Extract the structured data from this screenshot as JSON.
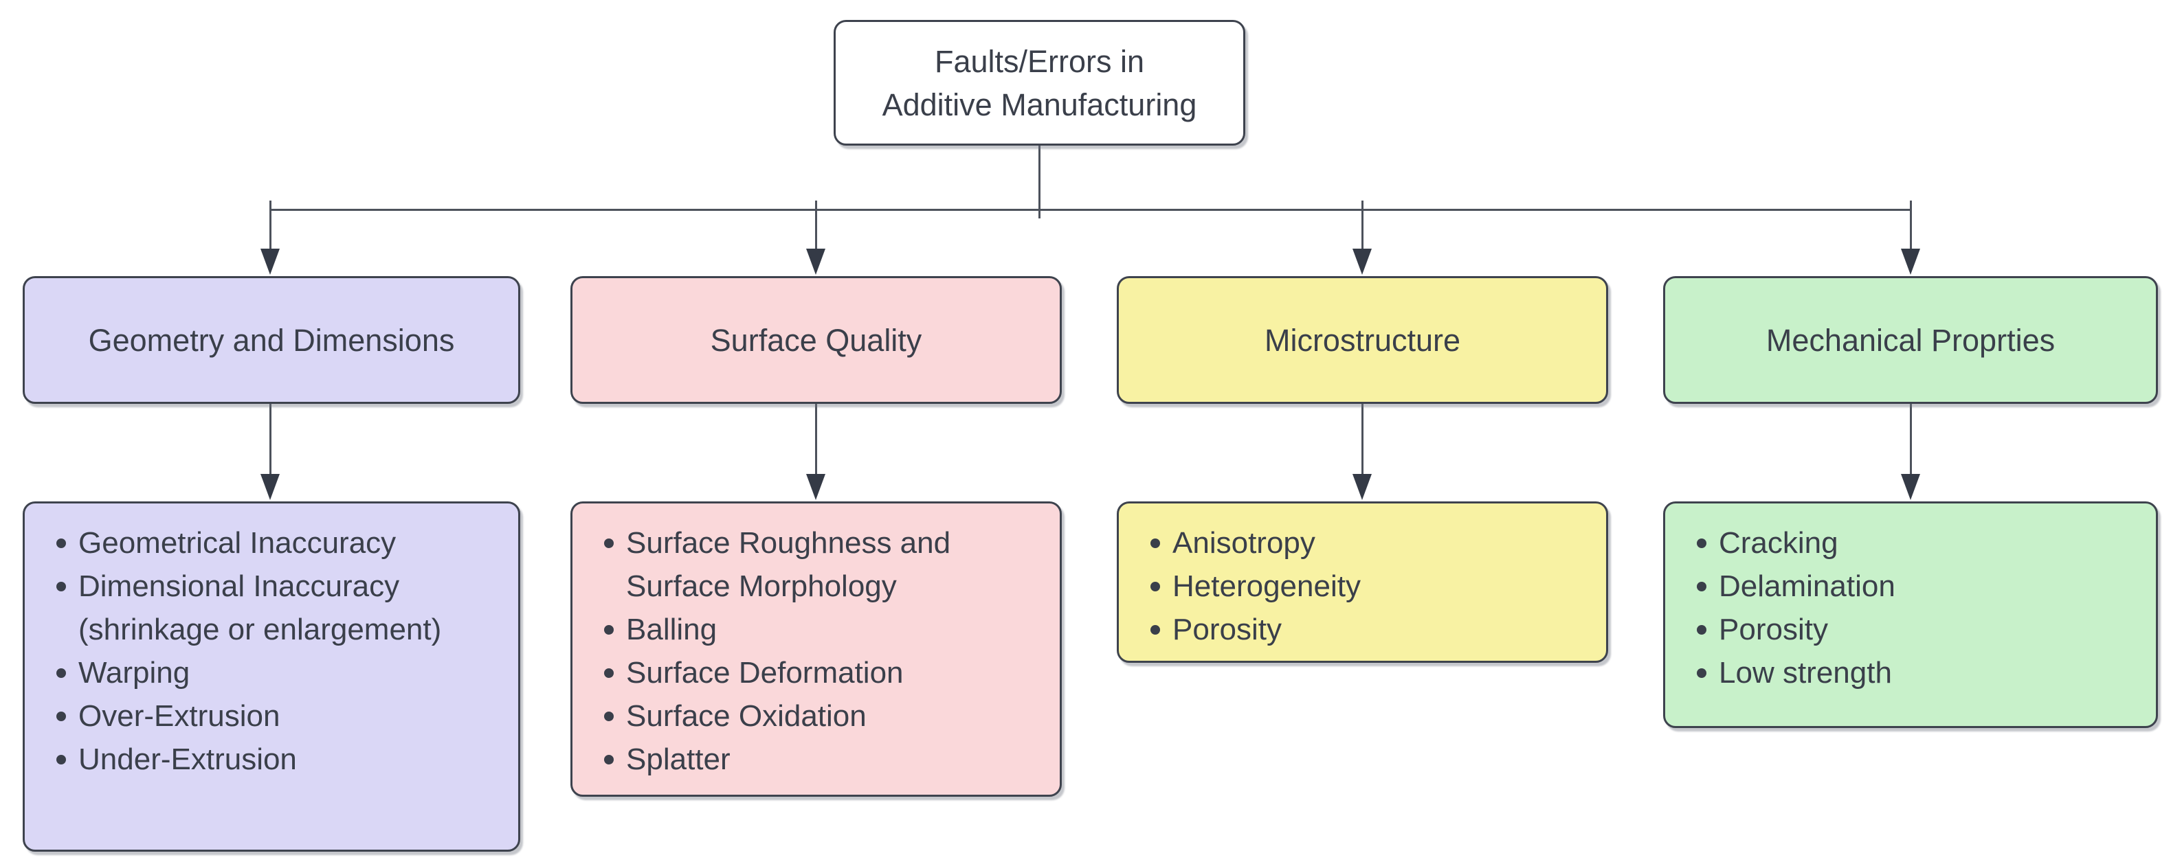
{
  "diagram": {
    "root": {
      "label": "Faults/Errors in Additive Manufacturing",
      "line1": "Faults/Errors in",
      "line2": "Additive Manufacturing",
      "fill": "#ffffff"
    },
    "categories": [
      {
        "title": "Geometry and Dimensions",
        "fill": "#dad7f6",
        "items": [
          "Geometrical Inaccuracy",
          "Dimensional Inaccuracy (shrinkage or enlargement)",
          "Warping",
          "Over-Extrusion",
          "Under-Extrusion"
        ]
      },
      {
        "title": "Surface Quality",
        "fill": "#fad8da",
        "items": [
          "Surface Roughness and Surface Morphology",
          "Balling",
          "Surface Deformation",
          "Surface Oxidation",
          "Splatter"
        ]
      },
      {
        "title": "Microstructure",
        "fill": "#f8f2a3",
        "items": [
          "Anisotropy",
          "Heterogeneity",
          "Porosity"
        ]
      },
      {
        "title": "Mechanical Proprties",
        "fill": "#c8f1ca",
        "items": [
          "Cracking",
          "Delamination",
          "Porosity",
          "Low strength"
        ]
      }
    ],
    "colors": {
      "border": "#3e434e",
      "text": "#3a3f4a",
      "connector": "#4d525c",
      "arrowhead": "#343a46",
      "background": "#ffffff"
    }
  }
}
